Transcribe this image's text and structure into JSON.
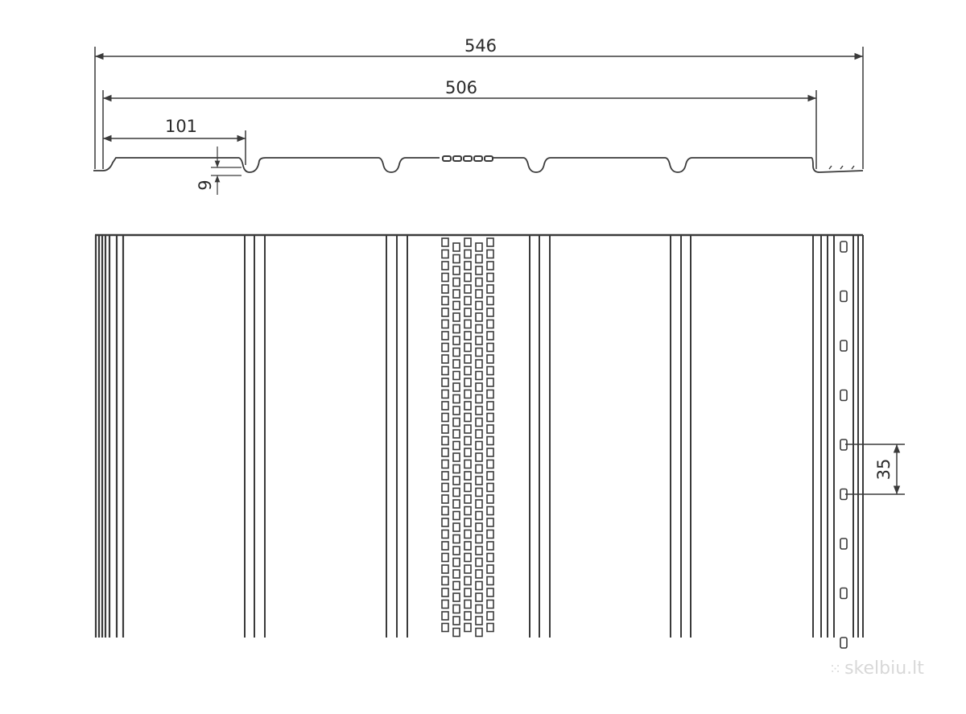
{
  "dimensions": {
    "overall_width": "546",
    "cover_width": "506",
    "rib_spacing": "101",
    "profile_depth": "9",
    "hole_pitch": "35"
  },
  "watermark": {
    "text": "skelbiu.lt",
    "icon": "dots-grid-icon"
  },
  "colors": {
    "line": "#3a3a3a",
    "background": "#ffffff",
    "watermark": "#d8d8d8"
  }
}
